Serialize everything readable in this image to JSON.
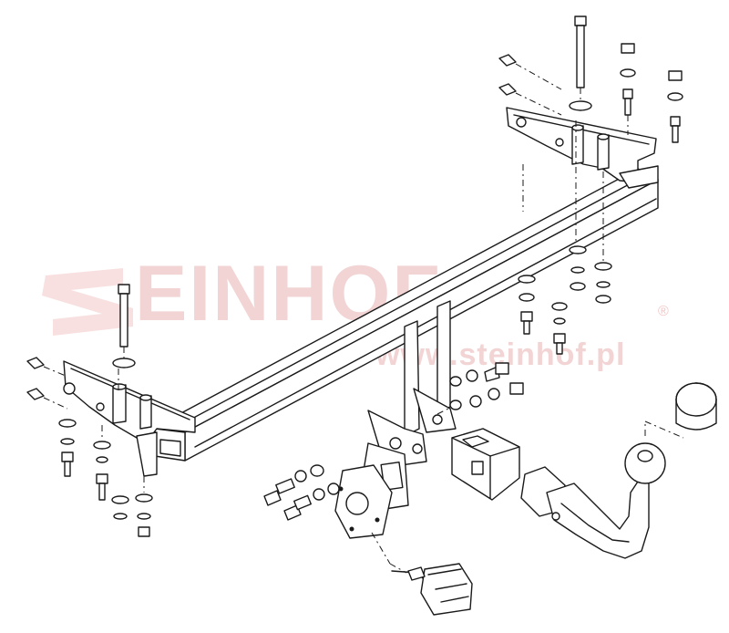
{
  "watermark": {
    "brand": "STEINHOF",
    "brand_rest": "EINHOF",
    "registered": "®",
    "url": "www.steinhof.pl",
    "color": "#f2d4d4"
  },
  "diagram": {
    "line_color": "#1a1a1a",
    "parts": [
      "main-crossbar",
      "left-mounting-bracket",
      "right-mounting-bracket",
      "tow-ball-neck",
      "ball-cover-cap",
      "socket-plate",
      "electrical-connector",
      "bolt-and-washer-kits"
    ]
  }
}
